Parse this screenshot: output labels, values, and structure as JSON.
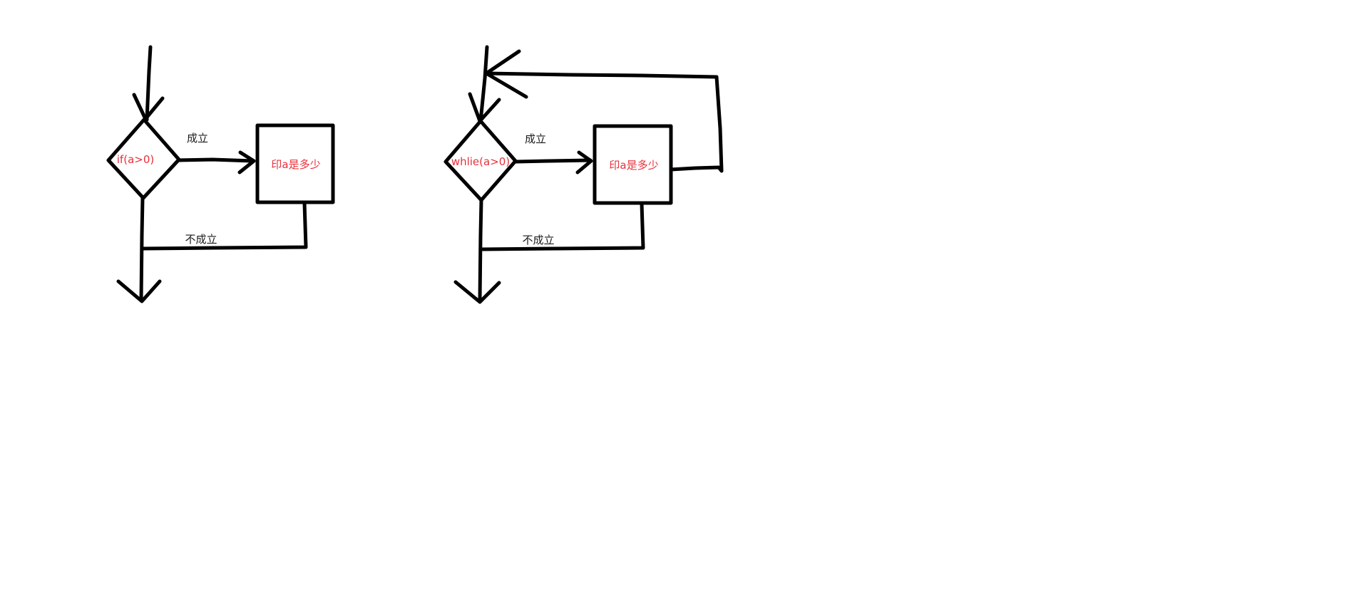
{
  "colors": {
    "stroke": "#000000",
    "condition_text": "#e8303a",
    "edge_label_text": "#1a1a1a",
    "background": "#ffffff"
  },
  "if_flow": {
    "condition": "if(a>0)",
    "action": "印a是多少",
    "true_label": "成立",
    "false_label": "不成立"
  },
  "while_flow": {
    "condition": "whlie(a>0)",
    "action": "印a是多少",
    "true_label": "成立",
    "false_label": "不成立"
  }
}
